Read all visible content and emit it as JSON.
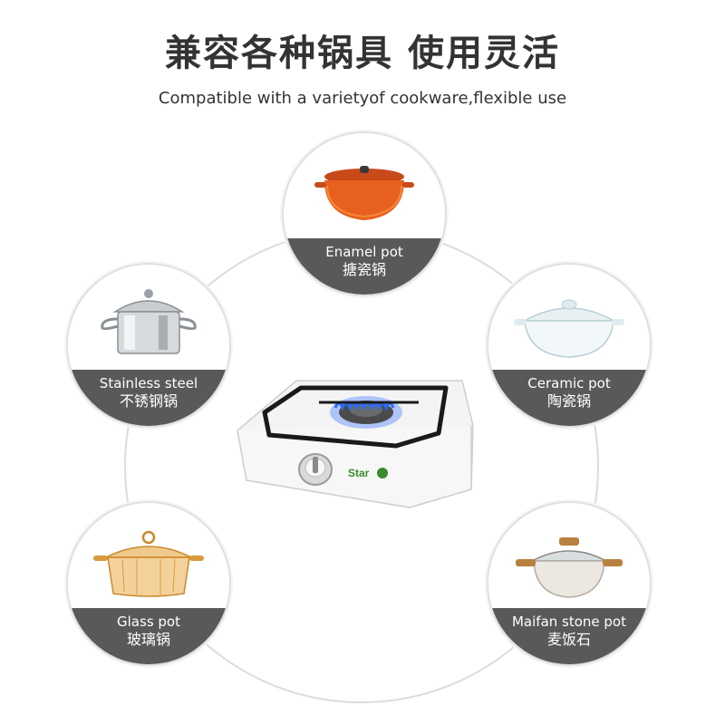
{
  "header": {
    "title": "兼容各种锅具 使用灵活",
    "subtitle": "Compatible with a varietyof cookware,flexible use"
  },
  "cookware": [
    {
      "en": "Enamel pot",
      "cn": "搪瓷锅",
      "icon": "enamel-pot-icon"
    },
    {
      "en": "Stainless steel",
      "cn": "不锈钢锅",
      "icon": "stainless-pot-icon"
    },
    {
      "en": "Ceramic pot",
      "cn": "陶瓷锅",
      "icon": "ceramic-pot-icon"
    },
    {
      "en": "Glass pot",
      "cn": "玻璃锅",
      "icon": "glass-pot-icon"
    },
    {
      "en": "Maifan stone pot",
      "cn": "麦饭石",
      "icon": "stone-pot-icon"
    }
  ],
  "stove": {
    "brand": "Star",
    "colors": {
      "body": "#f4f4f4",
      "grate": "#1a1a1a",
      "flame": "#2a6bff",
      "brand": "#3a8a2e"
    }
  },
  "colors": {
    "label_band": "#58595b",
    "ring": "#dcdcdc",
    "text": "#333333"
  }
}
